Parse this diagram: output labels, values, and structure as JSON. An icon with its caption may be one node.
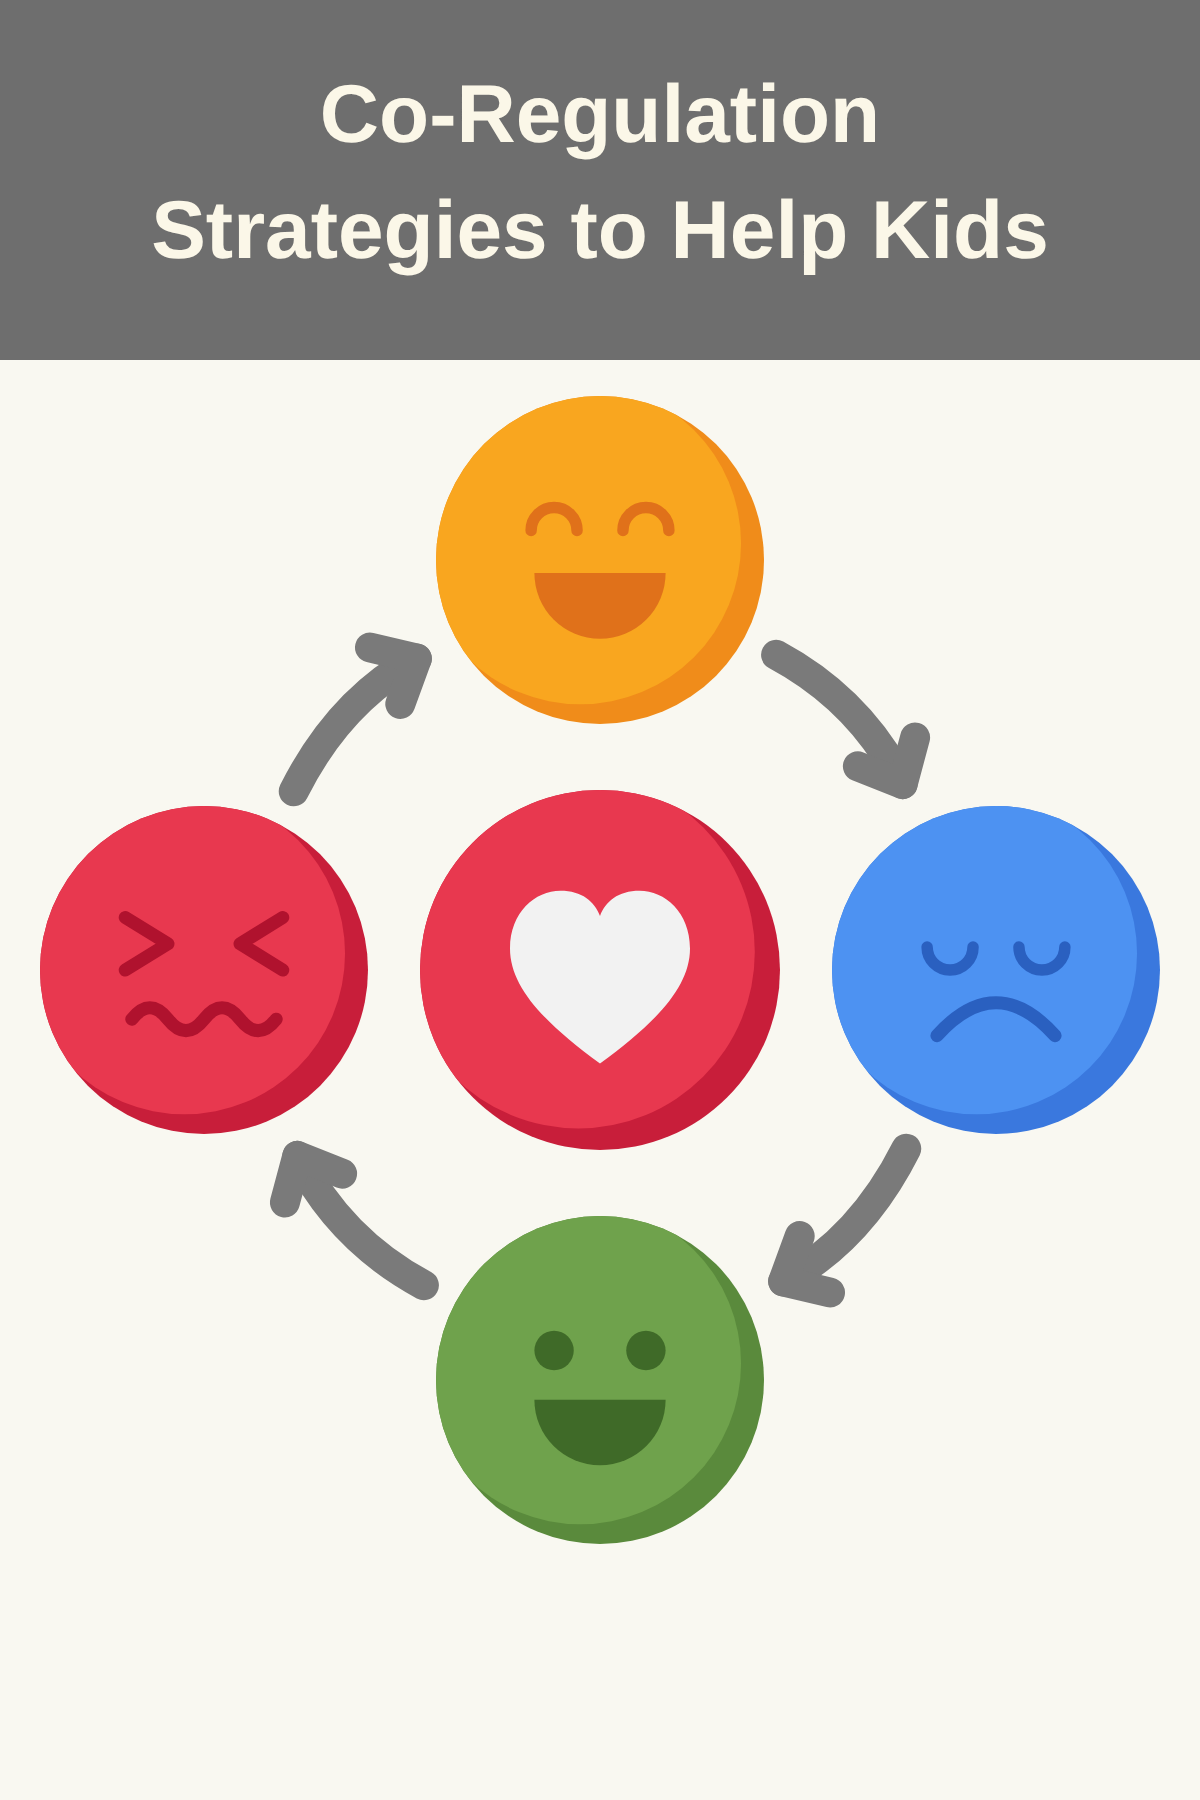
{
  "diagram": {
    "title": "Co-Regulation Strategies to Help Kids",
    "nodes": [
      {
        "text": [],
        "shape": "picture"
      },
      {
        "text": [],
        "shape": "picture"
      },
      {
        "text": [],
        "shape": "picture"
      },
      {
        "text": [],
        "shape": "picture"
      },
      {
        "text": [],
        "shape": "picture"
      }
    ],
    "edges": [
      {
        "from": 0,
        "to": 3,
        "arrow": "to"
      },
      {
        "from": 3,
        "to": 4,
        "arrow": "to"
      },
      {
        "from": 4,
        "to": 1,
        "arrow": "to"
      },
      {
        "from": 1,
        "to": 0,
        "arrow": "to"
      }
    ]
  }
}
